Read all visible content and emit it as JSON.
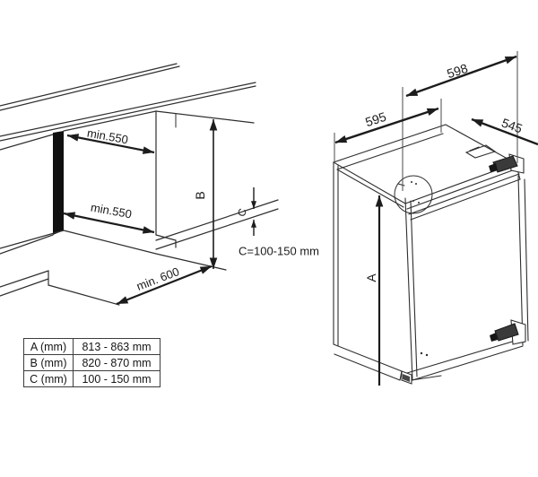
{
  "diagram": {
    "title_semantics": "Built-in appliance installation dimensions drawing",
    "left": {
      "labels": {
        "min_depth_top": "min.550",
        "min_depth_bottom": "min.550",
        "min_floor_width": "min. 600",
        "niche_height": "B",
        "plinth_height": "C",
        "plinth_range": "C=100-150 mm"
      }
    },
    "right": {
      "labels": {
        "front_width": "598",
        "back_width": "595",
        "depth": "545",
        "appliance_height": "A"
      }
    },
    "table": {
      "rows": [
        {
          "label": "A (mm)",
          "value": "813 - 863 mm"
        },
        {
          "label": "B (mm)",
          "value": "820 - 870 mm"
        },
        {
          "label": "C (mm)",
          "value": "100 - 150 mm"
        }
      ]
    },
    "colors": {
      "line": "#2e2e2e",
      "dimension": "#1c1c1c",
      "background": "#ffffff"
    }
  }
}
